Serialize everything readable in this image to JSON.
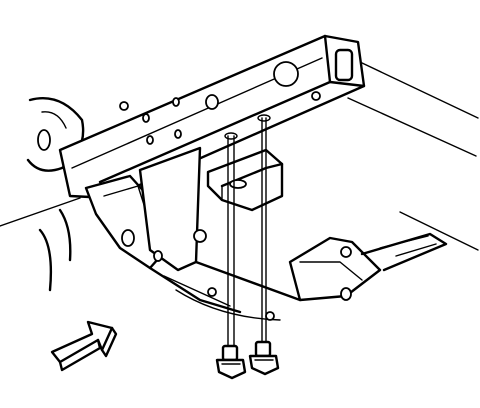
{
  "figure": {
    "labels": [],
    "parts": [
      {
        "name": "frame-rail",
        "icon": "frame-rail-drawing"
      },
      {
        "name": "crossmember",
        "icon": "crossmember-drawing"
      },
      {
        "name": "mounting-bracket",
        "icon": "bracket-drawing"
      },
      {
        "name": "bolt-left",
        "icon": "bolt-icon"
      },
      {
        "name": "bolt-right",
        "icon": "bolt-icon"
      },
      {
        "name": "direction-arrow",
        "icon": "arrow-icon"
      }
    ]
  }
}
